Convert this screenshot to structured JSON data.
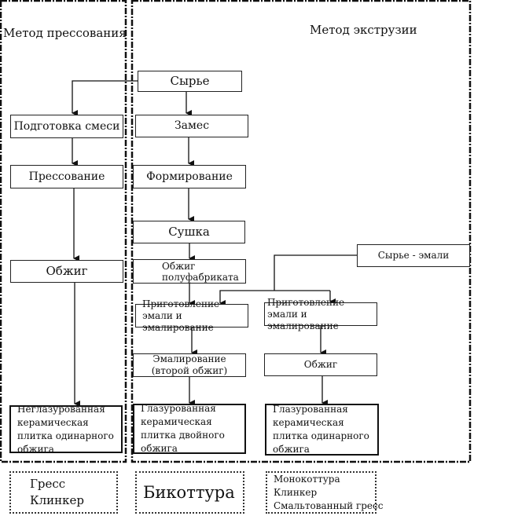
{
  "sections": {
    "pressing_title": "Метод прессования",
    "extrusion_title": "Метод экструзии"
  },
  "boxes": {
    "raw": "Сырье",
    "mix_prep": "Подготовка смеси",
    "pressing": "Прессование",
    "firing_left": "Обжиг",
    "kneading": "Замес",
    "forming": "Формирование",
    "drying": "Сушка",
    "semi_firing": "Обжиг полуфабриката",
    "enamel_raw": "Сырье - эмали",
    "enamel_prep_1": "Приготовление эмали и эмалирование",
    "enamel_prep_2": "Приготовление эмали и эмалирование",
    "enamel_second_firing": "Эмалирование (второй обжиг)",
    "firing_right": "Обжиг"
  },
  "results": {
    "unglazed_single": "Неглазурованная керамическая плитка одинарного обжига",
    "glazed_double": "Глазурованная керамическая плитка двойного обжига",
    "glazed_single": "Глазурованная керамическая плитка одинарного обжига"
  },
  "products": {
    "left": [
      "Гресс",
      "Клинкер"
    ],
    "middle": [
      "Бикоттура"
    ],
    "right": [
      "Монокоттура",
      "Клинкер",
      "Смальтованный гресс"
    ]
  }
}
